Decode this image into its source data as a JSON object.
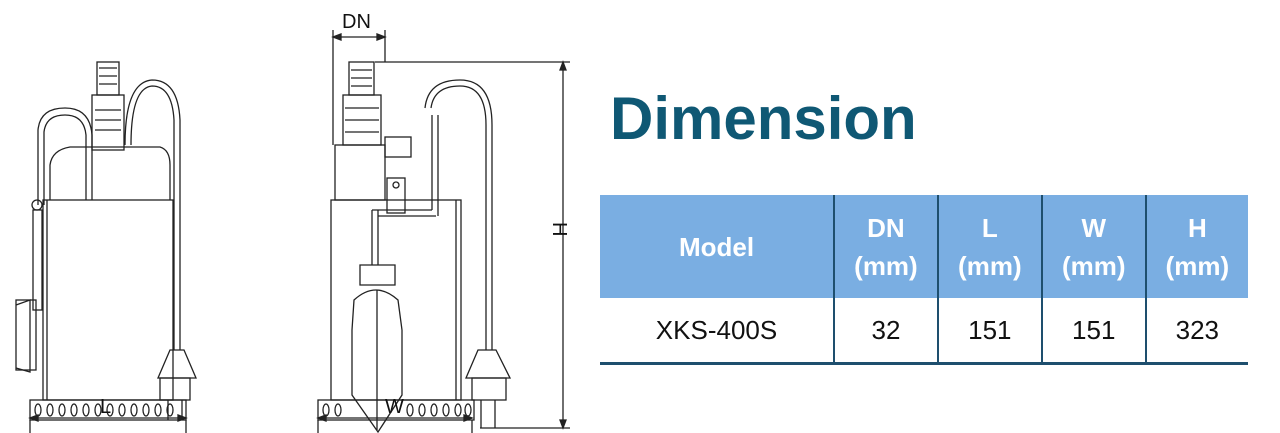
{
  "drawing": {
    "dim_labels": {
      "dn": "DN",
      "h": "H",
      "l": "L",
      "w": "W"
    }
  },
  "title": "Dimension",
  "table": {
    "headers": [
      {
        "name": "Model",
        "unit": ""
      },
      {
        "name": "DN",
        "unit": "(mm)"
      },
      {
        "name": "L",
        "unit": "(mm)"
      },
      {
        "name": "W",
        "unit": "(mm)"
      },
      {
        "name": "H",
        "unit": "(mm)"
      }
    ],
    "rows": [
      [
        "XKS-400S",
        "32",
        "151",
        "151",
        "323"
      ]
    ]
  },
  "colors": {
    "title": "#0f5874",
    "header_bg": "#7aaee2",
    "rule": "#1e4f6e"
  }
}
